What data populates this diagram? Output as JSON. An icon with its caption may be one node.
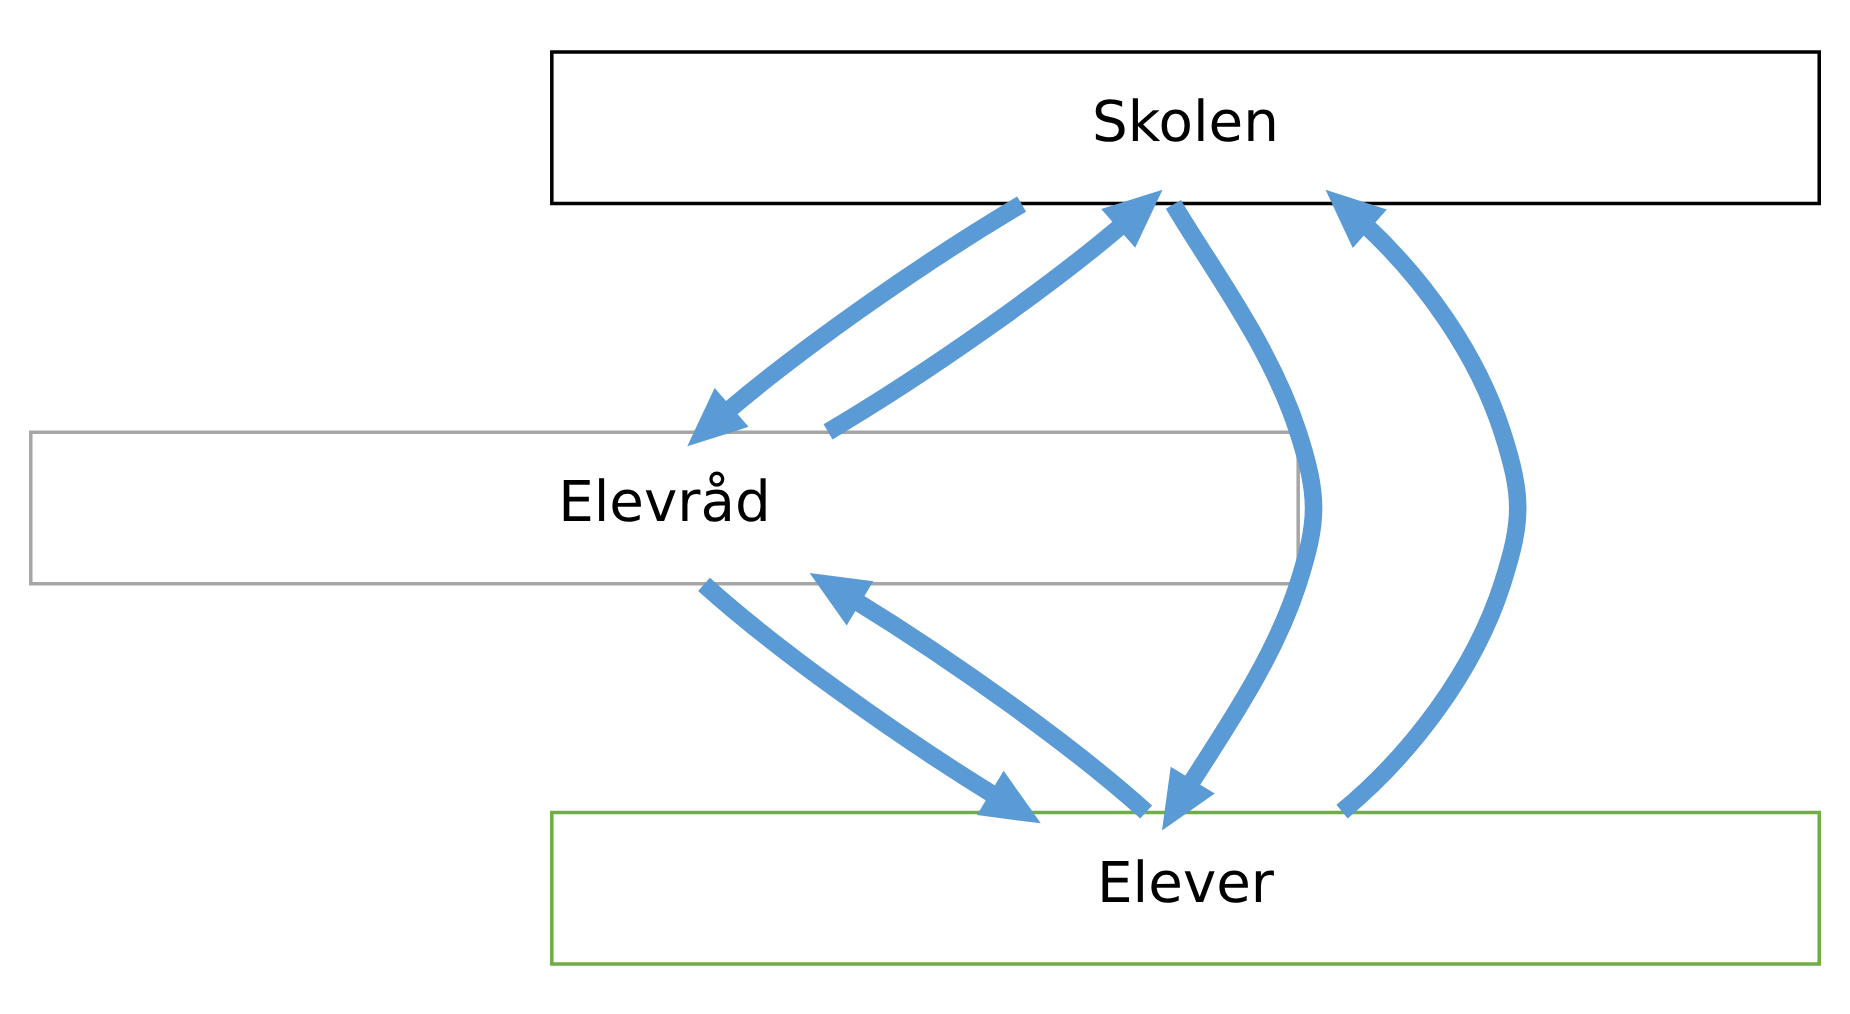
{
  "diagram": {
    "nodes": [
      {
        "text": [
          "Skolen"
        ]
      },
      {
        "text": [
          "Elevråd"
        ]
      },
      {
        "text": [
          "Elever"
        ]
      }
    ],
    "edges": [
      {
        "from": 1,
        "to": 0,
        "arrow": "to"
      },
      {
        "from": 0,
        "to": 1,
        "arrow": "to"
      },
      {
        "from": 2,
        "to": 1,
        "arrow": "to"
      },
      {
        "from": 1,
        "to": 2,
        "arrow": "to"
      },
      {
        "from": 2,
        "to": 0,
        "arrow": "to"
      },
      {
        "from": 0,
        "to": 2,
        "arrow": "to"
      }
    ]
  }
}
